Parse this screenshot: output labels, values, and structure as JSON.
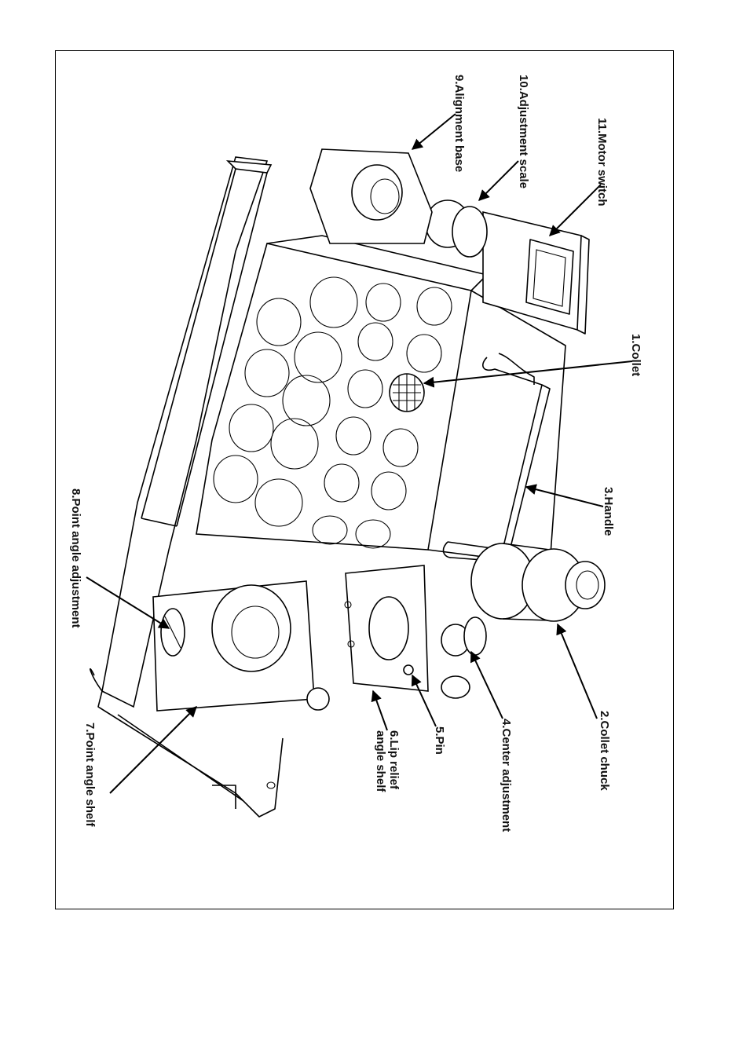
{
  "diagram": {
    "labels": {
      "collet": "1.Collet",
      "collet_chuck": "2.Collet chuck",
      "handle": "3.Handle",
      "center_adjustment": "4.Center adjustment",
      "pin": "5.Pin",
      "lip_relief_line1": "6.Lip relief",
      "lip_relief_line2": "angle shelf",
      "point_angle_shelf": "7.Point angle shelf",
      "point_angle_adjustment": "8.Point angle adjustment",
      "alignment_base": "9.Alignment base",
      "adjustment_scale": "10.Adjustment scale",
      "motor_switch": "11.Motor switch"
    }
  }
}
